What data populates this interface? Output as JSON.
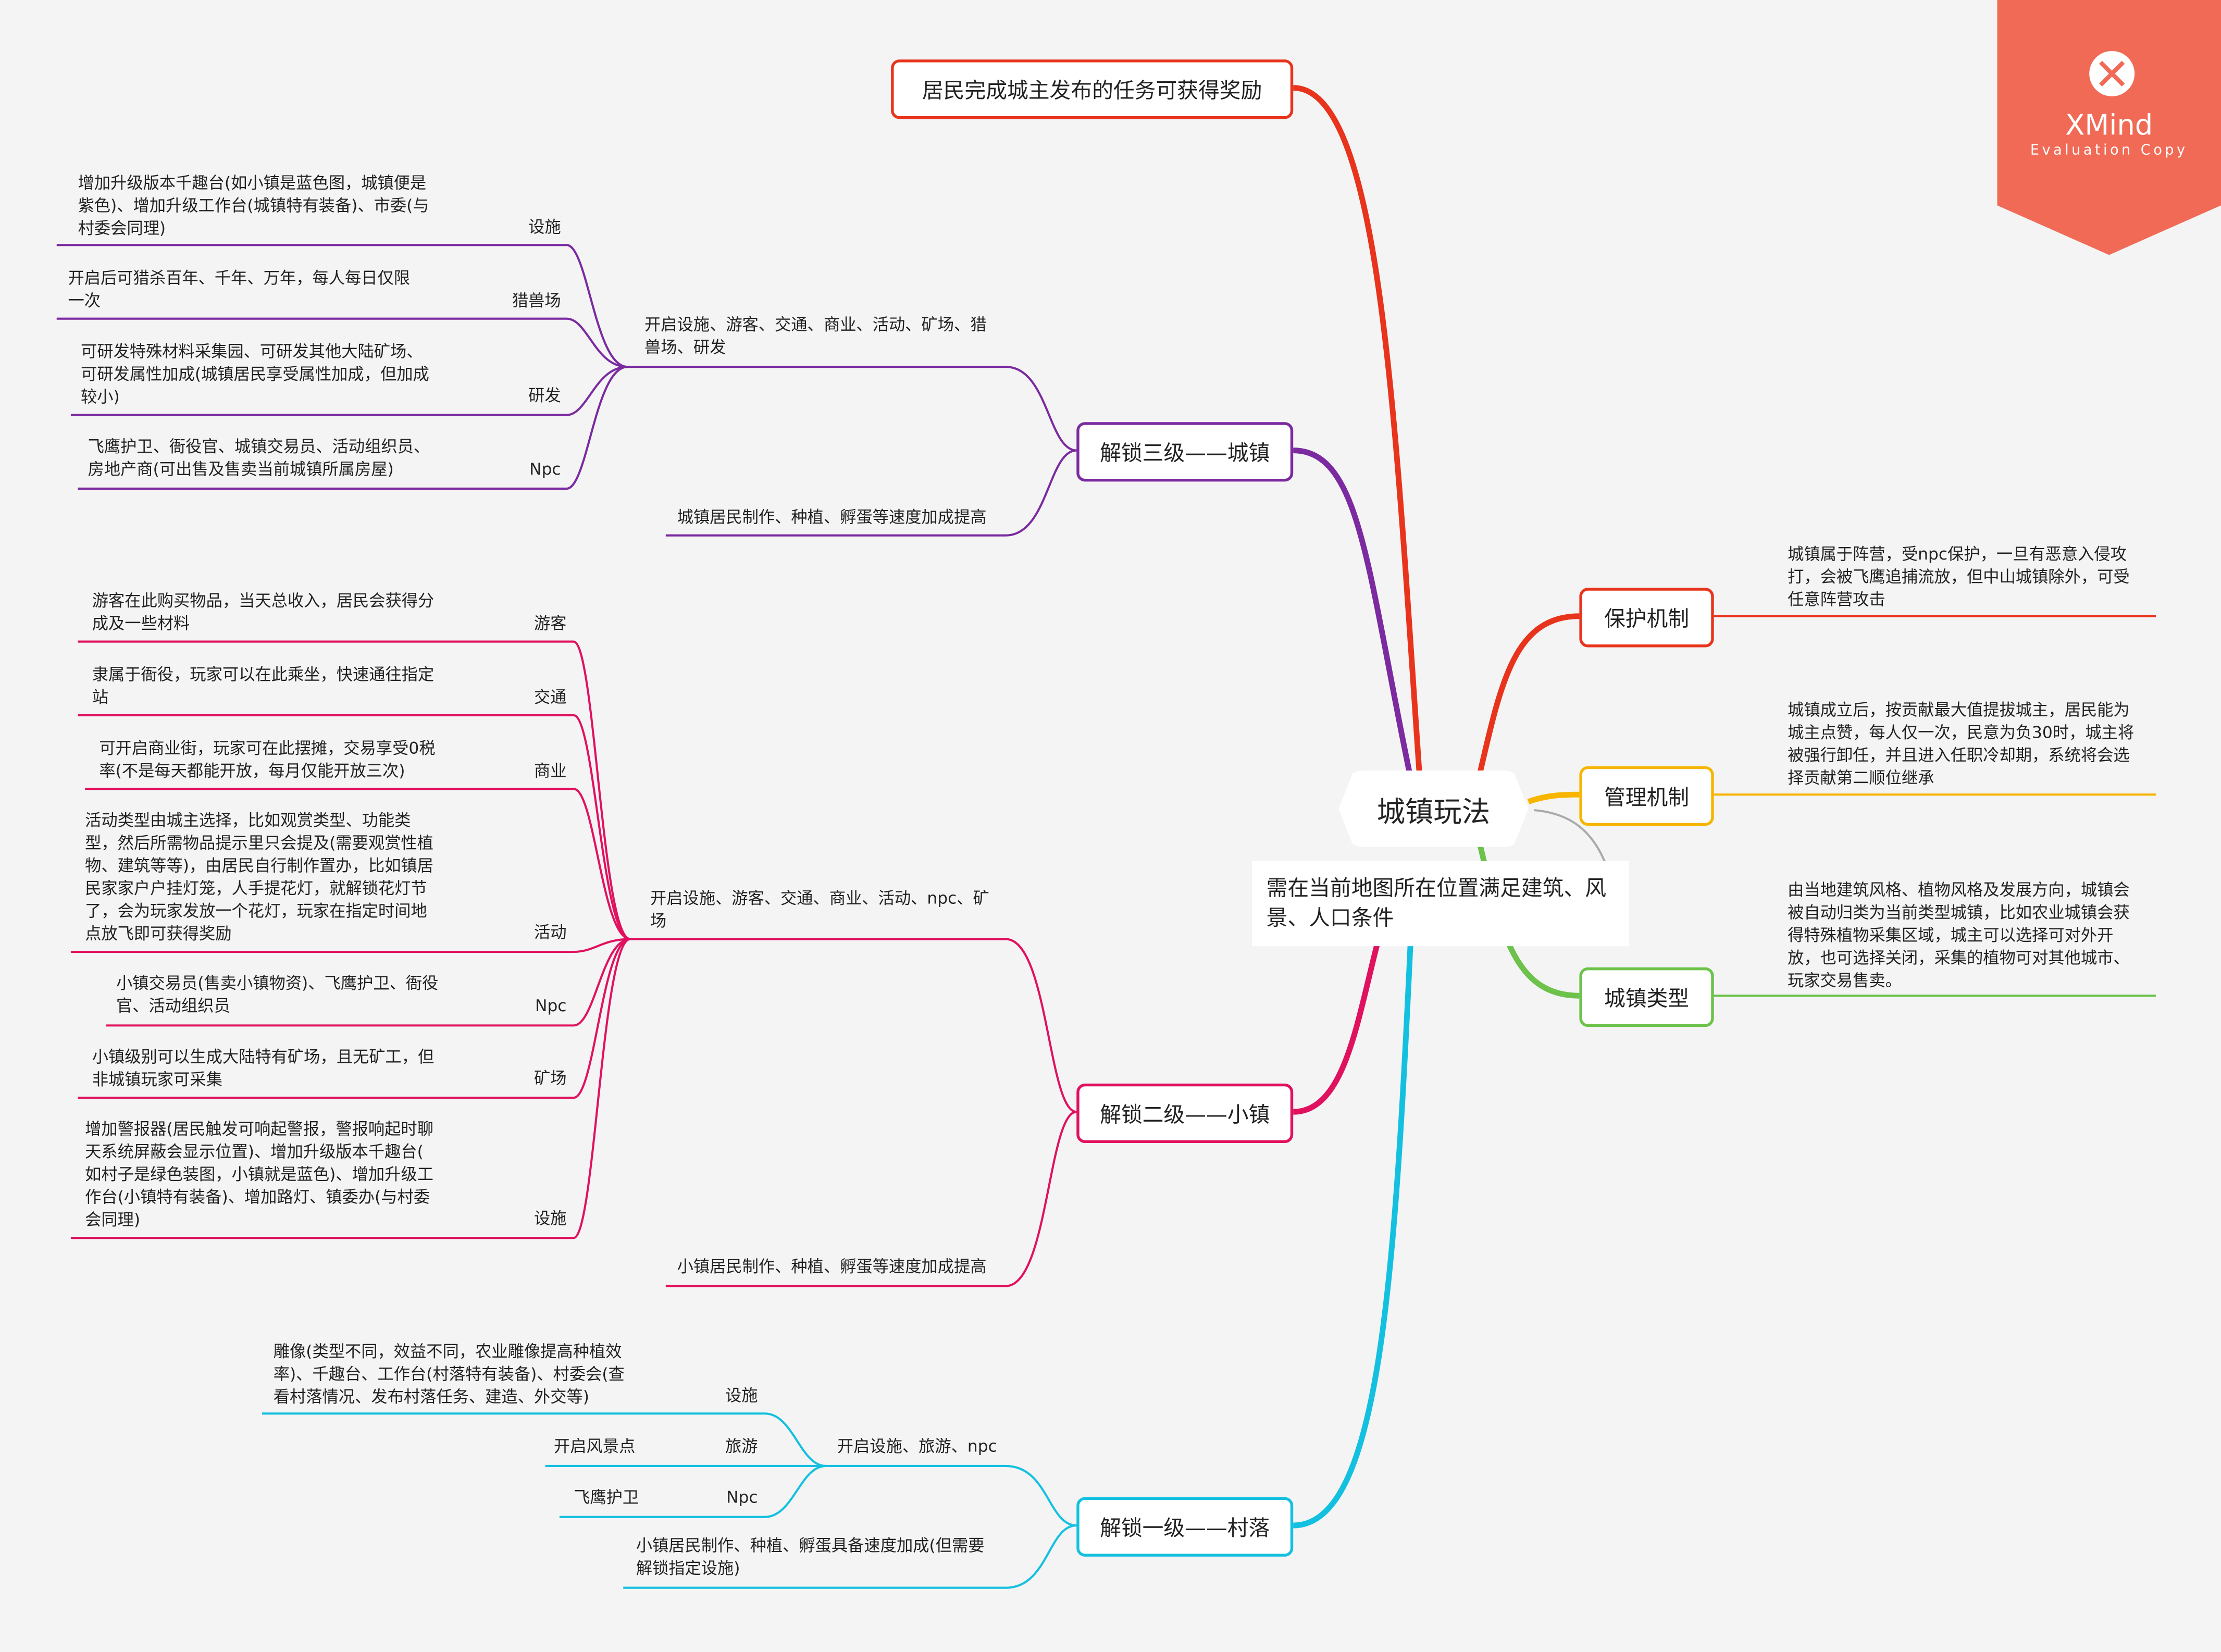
{
  "central": "城镇玩法",
  "float_note": "需在当前地图所在位置满足建筑、风景、人口条件",
  "badge": {
    "brand": "XMind",
    "sub": "Evaluation Copy",
    "color": "#f06a56"
  },
  "colors": {
    "red": "#e8341c",
    "purple": "#7b2aa0",
    "pink": "#e0115f",
    "cyan": "#14c0e0",
    "yellow": "#f7b500",
    "green": "#6cc24a"
  },
  "top_box": "居民完成城主发布的任务可获得奖励",
  "level3": {
    "title": "解锁三级——城镇",
    "open_text": [
      "开启设施、游客、交通、商业、活动、矿场、猎",
      "兽场、研发"
    ],
    "bonus": "城镇居民制作、种植、孵蛋等速度加成提高",
    "items": [
      {
        "label": "设施",
        "lines": [
          "增加升级版本千趣台(如小镇是蓝色图，城镇便是",
          "紫色)、增加升级工作台(城镇特有装备)、市委(与",
          "村委会同理)"
        ]
      },
      {
        "label": "猎兽场",
        "lines": [
          "开启后可猎杀百年、千年、万年，每人每日仅限",
          "一次"
        ]
      },
      {
        "label": "研发",
        "lines": [
          "可研发特殊材料采集园、可研发其他大陆矿场、",
          "可研发属性加成(城镇居民享受属性加成，但加成",
          "较小)"
        ]
      },
      {
        "label": "Npc",
        "lines": [
          "飞鹰护卫、衙役官、城镇交易员、活动组织员、",
          "房地产商(可出售及售卖当前城镇所属房屋)"
        ]
      }
    ]
  },
  "level2": {
    "title": "解锁二级——小镇",
    "open_text": [
      "开启设施、游客、交通、商业、活动、npc、矿",
      "场"
    ],
    "bonus": "小镇居民制作、种植、孵蛋等速度加成提高",
    "items": [
      {
        "label": "游客",
        "lines": [
          "游客在此购买物品，当天总收入，居民会获得分",
          "成及一些材料"
        ]
      },
      {
        "label": "交通",
        "lines": [
          "隶属于衙役，玩家可以在此乘坐，快速通往指定",
          "站"
        ]
      },
      {
        "label": "商业",
        "lines": [
          "可开启商业街，玩家可在此摆摊，交易享受0税",
          "率(不是每天都能开放，每月仅能开放三次)"
        ]
      },
      {
        "label": "活动",
        "lines": [
          "活动类型由城主选择，比如观赏类型、功能类",
          "型，然后所需物品提示里只会提及(需要观赏性植",
          "物、建筑等等)，由居民自行制作置办，比如镇居",
          "民家家户户挂灯笼，人手提花灯，就解锁花灯节",
          "了，会为玩家发放一个花灯，玩家在指定时间地",
          "点放飞即可获得奖励"
        ]
      },
      {
        "label": "Npc",
        "lines": [
          "小镇交易员(售卖小镇物资)、飞鹰护卫、衙役",
          "官、活动组织员"
        ]
      },
      {
        "label": "矿场",
        "lines": [
          "小镇级别可以生成大陆特有矿场，且无矿工，但",
          "非城镇玩家可采集"
        ]
      },
      {
        "label": "设施",
        "lines": [
          "增加警报器(居民触发可响起警报，警报响起时聊",
          "天系统屏蔽会显示位置)、增加升级版本千趣台(",
          "如村子是绿色装图，小镇就是蓝色)、增加升级工",
          "作台(小镇特有装备)、增加路灯、镇委办(与村委",
          "会同理)"
        ]
      }
    ]
  },
  "level1": {
    "title": "解锁一级——村落",
    "open_text": [
      "开启设施、旅游、npc"
    ],
    "bonus": [
      "小镇居民制作、种植、孵蛋具备速度加成(但需要",
      "解锁指定设施)"
    ],
    "items": [
      {
        "label": "设施",
        "lines": [
          "雕像(类型不同，效益不同，农业雕像提高种植效",
          "率)、千趣台、工作台(村落特有装备)、村委会(查",
          "看村落情况、发布村落任务、建造、外交等)"
        ]
      },
      {
        "label": "旅游",
        "lines": [
          "开启风景点"
        ]
      },
      {
        "label": "Npc",
        "lines": [
          "飞鹰护卫"
        ]
      }
    ]
  },
  "right": [
    {
      "title": "保护机制",
      "lines": [
        "城镇属于阵营，受npc保护，一旦有恶意入侵攻",
        "打，会被飞鹰追捕流放，但中山城镇除外，可受",
        "任意阵营攻击"
      ]
    },
    {
      "title": "管理机制",
      "lines": [
        "城镇成立后，按贡献最大值提拔城主，居民能为",
        "城主点赞，每人仅一次，民意为负30时，城主将",
        "被强行卸任，并且进入任职冷却期，系统将会选",
        "择贡献第二顺位继承"
      ]
    },
    {
      "title": "城镇类型",
      "lines": [
        "由当地建筑风格、植物风格及发展方向，城镇会",
        "被自动归类为当前类型城镇，比如农业城镇会获",
        "得特殊植物采集区域，城主可以选择可对外开",
        "放，也可选择关闭，采集的植物可对其他城市、",
        "玩家交易售卖。"
      ]
    }
  ]
}
